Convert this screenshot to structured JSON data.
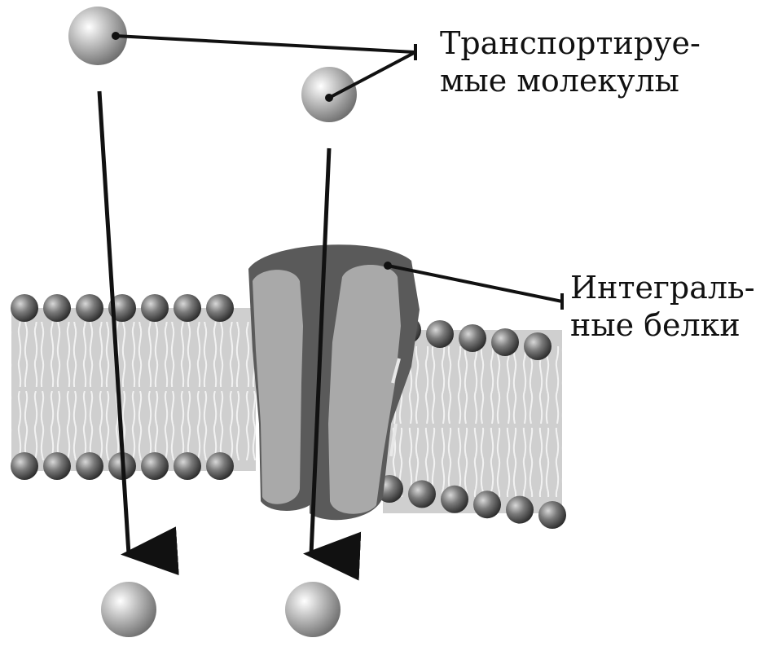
{
  "labels": {
    "molecules": {
      "line1": "Транспортируе-",
      "line2": "мые молекулы"
    },
    "proteins": {
      "line1": "Интеграль-",
      "line2": "ные белки"
    }
  },
  "colors": {
    "molecule": "#9e9e9e",
    "lipid_head": "#6b6b6b",
    "bilayer_band": "#cfcfcf",
    "protein_outer": "#5a5a5a",
    "protein_inner": "#a9a9a9",
    "leader_line": "#111111",
    "arrow": "#111111"
  }
}
